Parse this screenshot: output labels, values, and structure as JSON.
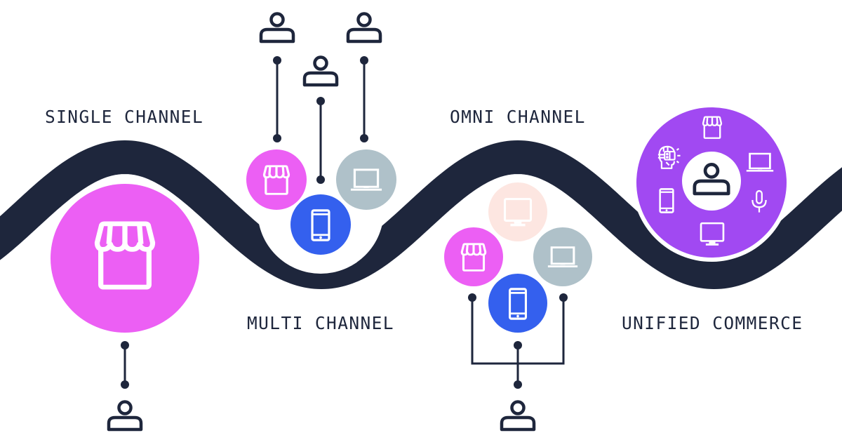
{
  "title": "Evolution of commerce channels",
  "colors": {
    "navy": "#1e263c",
    "store": "#ec5ff4",
    "mobile": "#3460ee",
    "laptop": "#afc1c9",
    "desktop": "#fde6e1",
    "unified": "#a149f2",
    "white": "#ffffff"
  },
  "stages": [
    {
      "id": "single",
      "label": "SINGLE CHANNEL",
      "channels": [
        "store"
      ],
      "customers": 1
    },
    {
      "id": "multi",
      "label": "MULTI CHANNEL",
      "channels": [
        "store",
        "mobile",
        "laptop"
      ],
      "customers": 3
    },
    {
      "id": "omni",
      "label": "OMNI CHANNEL",
      "channels": [
        "desktop",
        "store",
        "laptop",
        "mobile"
      ],
      "customers": 1
    },
    {
      "id": "unified",
      "label": "UNIFIED COMMERCE",
      "channels": [
        "store",
        "laptop",
        "voice",
        "desktop",
        "mobile",
        "vr"
      ],
      "customers": 1
    }
  ],
  "icons": {
    "store": "store-icon",
    "mobile": "mobile-phone-icon",
    "laptop": "laptop-icon",
    "desktop": "desktop-monitor-icon",
    "voice": "microphone-icon",
    "vr": "vr-headset-icon",
    "customer": "person-icon"
  }
}
